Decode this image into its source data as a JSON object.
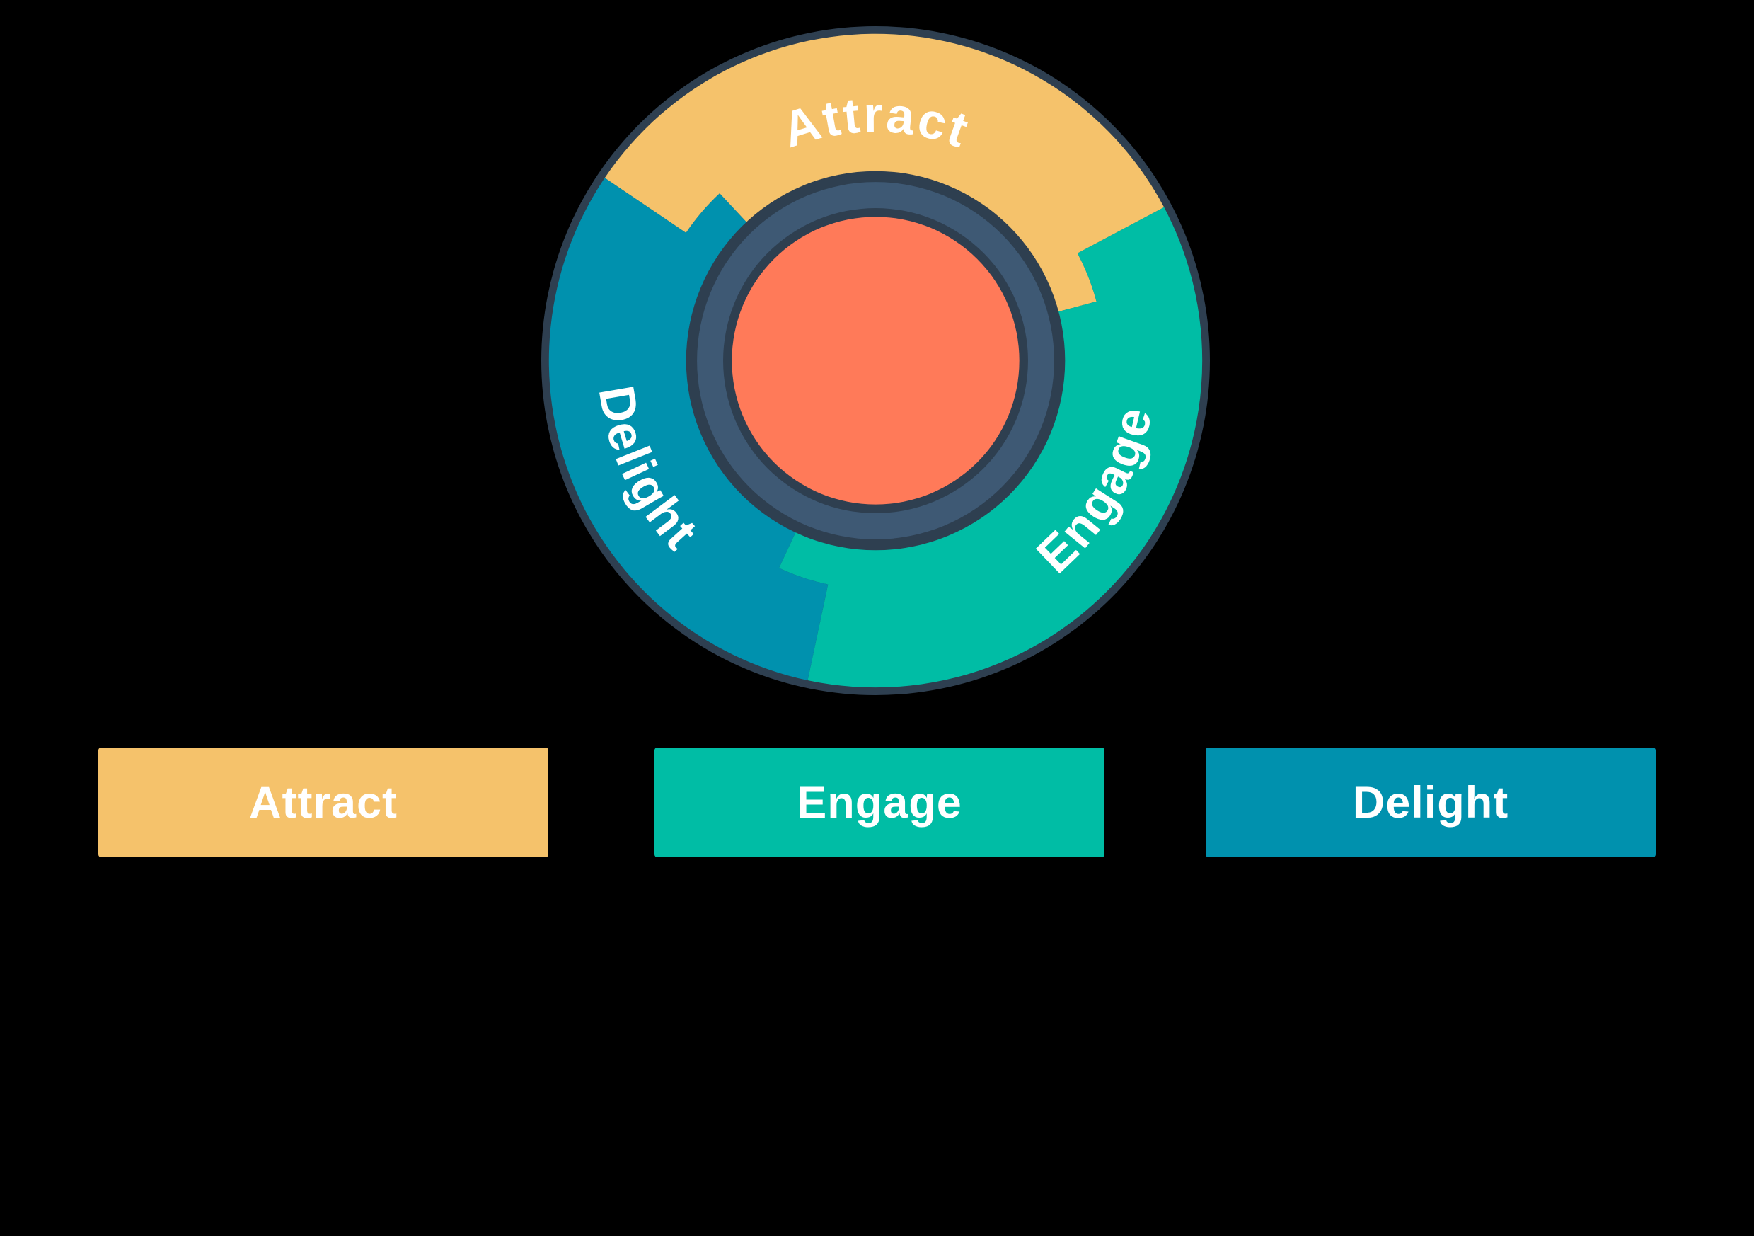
{
  "background_color": "#000000",
  "flywheel": {
    "name": "flywheel-diagram",
    "center_color": "#FF7A59",
    "ring_color": "#3E5974",
    "outline_color": "#2E3F50",
    "label_color": "#FFFFFF",
    "segments": [
      {
        "id": "attract",
        "label": "Attract",
        "color": "#F5C26B"
      },
      {
        "id": "engage",
        "label": "Engage",
        "color": "#00BDA5"
      },
      {
        "id": "delight",
        "label": "Delight",
        "color": "#0091AE"
      }
    ]
  },
  "legend": {
    "items": [
      {
        "id": "attract",
        "label": "Attract",
        "color": "#F5C26B"
      },
      {
        "id": "engage",
        "label": "Engage",
        "color": "#00BDA5"
      },
      {
        "id": "delight",
        "label": "Delight",
        "color": "#0091AE"
      }
    ]
  }
}
